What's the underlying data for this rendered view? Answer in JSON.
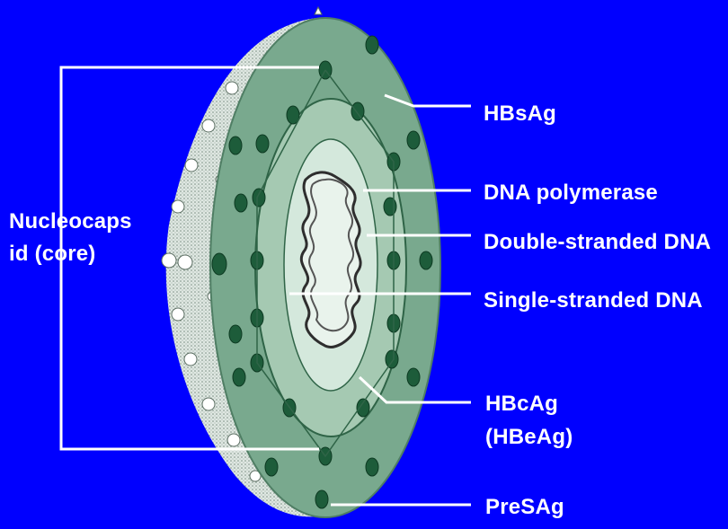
{
  "labels": {
    "hbsag": "HBsAg",
    "dna_polymerase": "DNA polymerase",
    "double_stranded_dna": "Double-stranded DNA",
    "single_stranded_dna": "Single-stranded DNA",
    "hbcag": "HBcAg",
    "hbeag": "(HBeAg)",
    "presag": "PreSAg",
    "nucleocapsid_line1": "Nucleocaps",
    "nucleocapsid_line2": "id (core)"
  },
  "colors": {
    "background": "#0000ff",
    "envelope": "#79a98e",
    "core": "#a5c9b2",
    "dna_region": "#d4e8dc",
    "dots": "#1d5c3a",
    "lines": "#ffffff"
  }
}
